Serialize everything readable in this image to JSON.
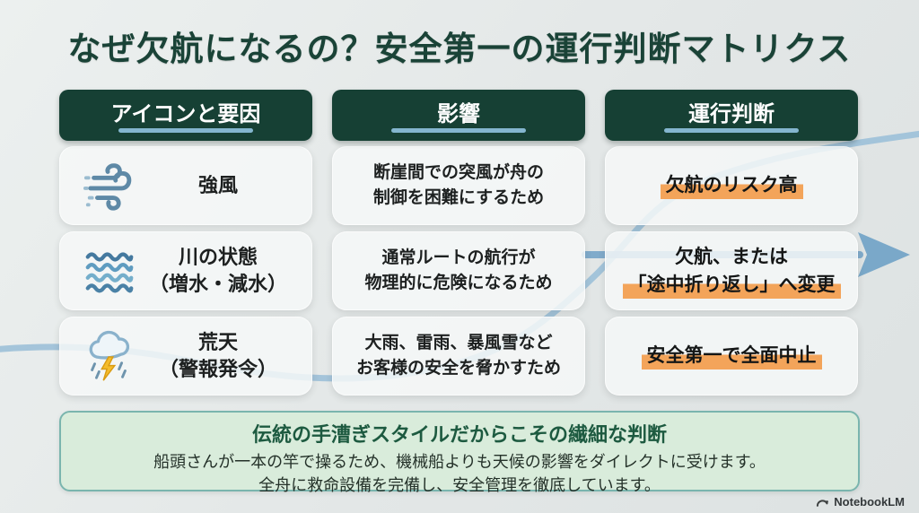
{
  "title": "なぜ欠航になるの？安全第一の運行判断マトリクス",
  "columns": [
    {
      "label": "アイコンと要因"
    },
    {
      "label": "影響"
    },
    {
      "label": "運行判断"
    }
  ],
  "rows": [
    {
      "icon": "wind-icon",
      "factor_line1": "強風",
      "factor_line2": "",
      "impact_line1": "断崖間での突風が舟の",
      "impact_line2": "制御を困難にするため",
      "decision_line1": "欠航のリスク高",
      "decision_line2": ""
    },
    {
      "icon": "waves-icon",
      "factor_line1": "川の状態",
      "factor_line2": "（増水・減水）",
      "impact_line1": "通常ルートの航行が",
      "impact_line2": "物理的に危険になるため",
      "decision_line1": "欠航、または",
      "decision_line2": "「途中折り返し」へ変更"
    },
    {
      "icon": "storm-icon",
      "factor_line1": "荒天",
      "factor_line2": "（警報発令）",
      "impact_line1": "大雨、雷雨、暴風雪など",
      "impact_line2": "お客様の安全を脅かすため",
      "decision_line1": "安全第一で全面中止",
      "decision_line2": ""
    }
  ],
  "footer": {
    "title": "伝統の手漕ぎスタイルだからこその繊細な判断",
    "body_line1": "船頭さんが一本の竿で操るため、機械船よりも天候の影響をダイレクトに受けます。",
    "body_line2": "全舟に救命設備を完備し、安全管理を徹底しています。"
  },
  "attribution": {
    "label": "NotebookLM"
  },
  "colors": {
    "header-green": "#164034",
    "title-green": "#1a4337",
    "underline-blue": "#84b6cf",
    "highlight-orange": "#f3a45a",
    "flow-blue": "#9cc0d8",
    "arrow-blue": "#7aa8c9",
    "footer-bg": "#d9ecdb",
    "footer-border": "#7ab5ae",
    "footer-title-green": "#1d5a40",
    "text-dark": "#1d2020"
  }
}
